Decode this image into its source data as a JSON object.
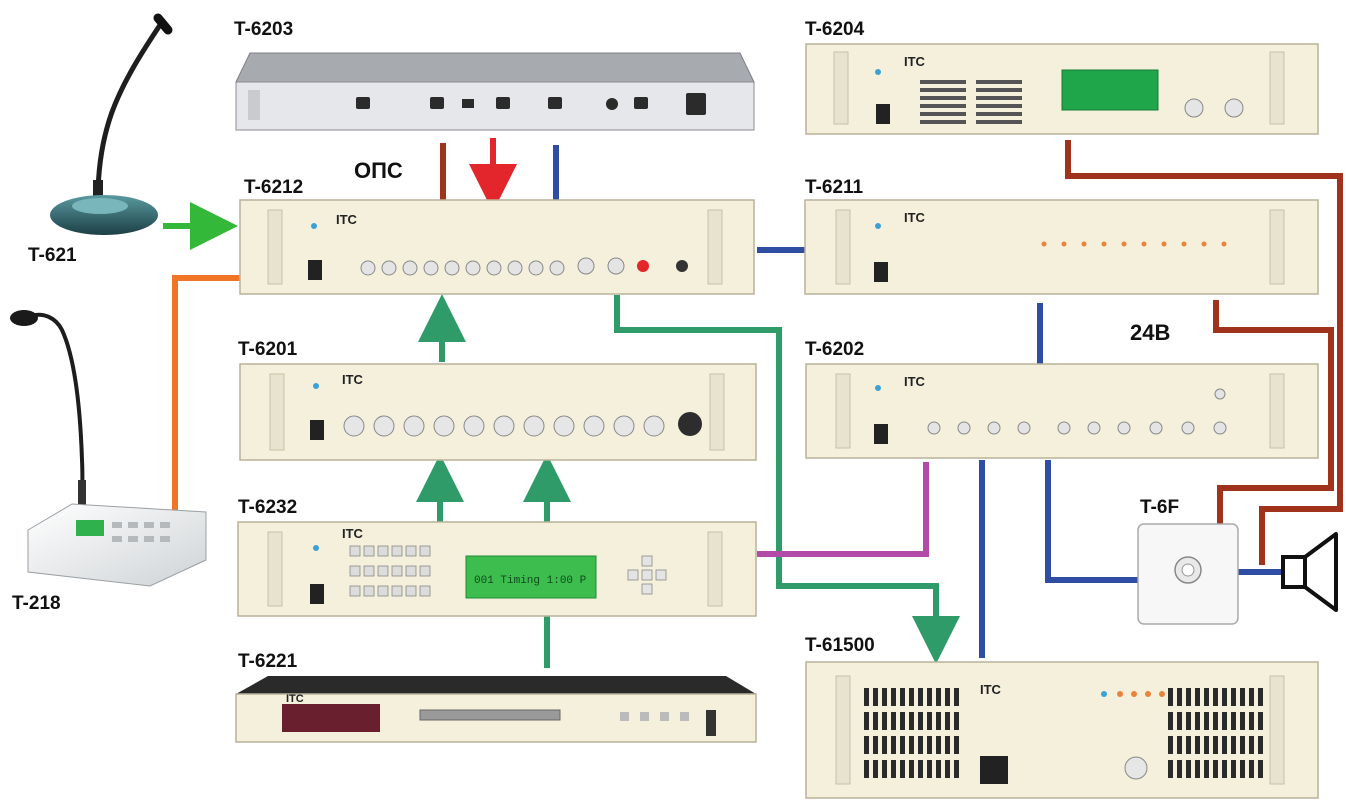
{
  "diagram": {
    "devices": [
      {
        "id": "t6203",
        "label": "T-6203",
        "panel_color": "#e6e7ea"
      },
      {
        "id": "t6204",
        "label": "T-6204",
        "panel_color": "#f5f0dc"
      },
      {
        "id": "t6212",
        "label": "T-6212",
        "panel_color": "#f5f0dc"
      },
      {
        "id": "t6211",
        "label": "T-6211",
        "panel_color": "#f5f0dc"
      },
      {
        "id": "t6201",
        "label": "T-6201",
        "panel_color": "#f5f0dc"
      },
      {
        "id": "t6202",
        "label": "T-6202",
        "panel_color": "#f5f0dc"
      },
      {
        "id": "t6232",
        "label": "T-6232",
        "panel_color": "#f5f0dc"
      },
      {
        "id": "t6221",
        "label": "T-6221",
        "panel_color": "#f5f0dc"
      },
      {
        "id": "t61500",
        "label": "T-61500",
        "panel_color": "#f5f0dc"
      },
      {
        "id": "t621",
        "label": "T-621"
      },
      {
        "id": "t218",
        "label": "T-218"
      },
      {
        "id": "t6f",
        "label": "T-6F"
      }
    ],
    "annotations": {
      "ops": "ОПС",
      "v24": "24В"
    },
    "brand_logo": "ITC",
    "lcd_text": "001 Timing  1:00 P",
    "wire_colors": {
      "green": "#2e9b68",
      "bright_green": "#33b83a",
      "blue": "#2f4ea3",
      "brown": "#a1331d",
      "red": "#e3262b",
      "orange": "#f07526",
      "magenta": "#b24aa8"
    }
  }
}
